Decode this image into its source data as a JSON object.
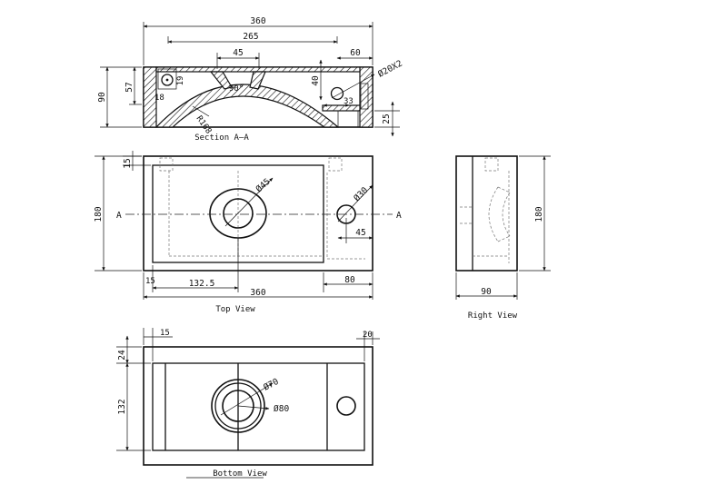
{
  "views": {
    "section": {
      "title": "Section A–A",
      "dims": {
        "total_width": "360",
        "inner_span": "265",
        "right_offset": "60",
        "top_opening": "45",
        "height_total": "90",
        "height_part": "57",
        "small_19": "19",
        "small_18": "18",
        "depth_40": "40",
        "angle": "90°",
        "radius": "R168",
        "hole_callout": "Ø20X2",
        "offset_33": "33",
        "base_25": "25"
      }
    },
    "top": {
      "title": "Top View",
      "dims": {
        "rim_15": "15",
        "height_180": "180",
        "drain_dia": "Ø45",
        "tap_dia": "Ø30",
        "tap_offset": "45",
        "left_15": "15",
        "center_132": "132.5",
        "width_360": "360",
        "right_80": "80"
      },
      "section_label_left": "A",
      "section_label_right": "A"
    },
    "right": {
      "title": "Right View",
      "dims": {
        "height_180": "180",
        "depth_90": "90"
      }
    },
    "bottom": {
      "title": "Bottom View",
      "dims": {
        "left_15": "15",
        "right_20": "20",
        "top_24": "24",
        "height_132": "132",
        "inner_dia": "Ø70",
        "outer_dia": "Ø80"
      }
    }
  }
}
